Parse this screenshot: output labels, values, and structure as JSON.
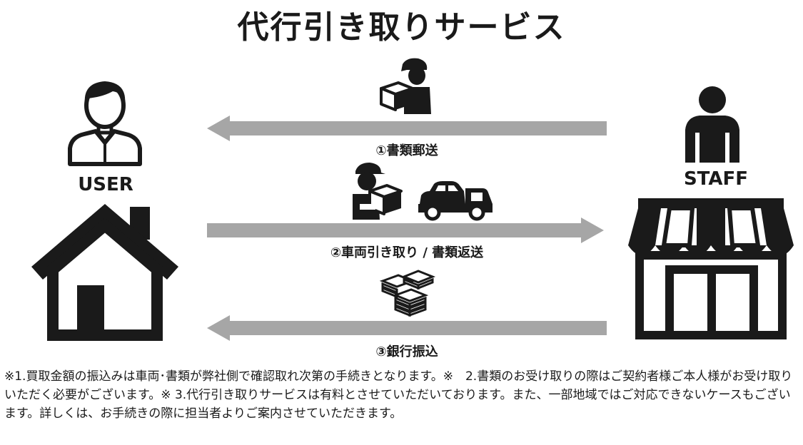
{
  "title": "代行引き取りサービス",
  "colors": {
    "ink": "#1a1a1a",
    "arrow": "#a6a6a6",
    "paper": "#ffffff"
  },
  "roles": {
    "user": "USER",
    "staff": "STAFF"
  },
  "steps": [
    {
      "label": "①書類郵送",
      "direction": "staff-to-user"
    },
    {
      "label": "②車両引き取り / 書類返送",
      "direction": "user-to-staff"
    },
    {
      "label": "③銀行振込",
      "direction": "staff-to-user"
    }
  ],
  "notes": "※1.買取金額の振込みは車両･書類が弊社側で確認取れ次第の手続きとなります。※　2.書類のお受け取りの際はご契約者様ご本人様がお受け取りいただく必要がございます。※ 3.代行引き取りサービスは有料とさせていただいております。また、一部地域ではご対応できないケースもございます。詳しくは、お手続きの際に担当者よりご案内させていただきます。"
}
